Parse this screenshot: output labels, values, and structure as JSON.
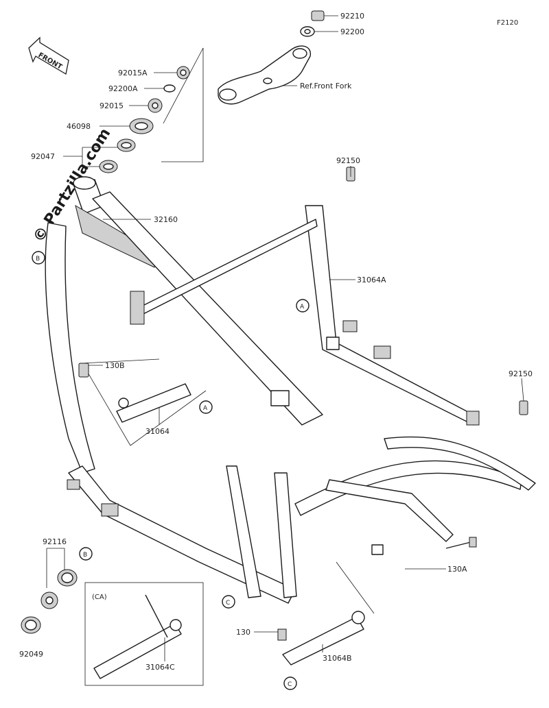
{
  "figure_code": "F2120",
  "front_arrow_label": "FRONT",
  "watermark": "© Partzilla.com",
  "ref_label": "Ref.Front Fork",
  "inset_label": "(CA)",
  "parts": {
    "p92210": "92210",
    "p92200": "92200",
    "p92015A": "92015A",
    "p92200A": "92200A",
    "p92015": "92015",
    "p46098": "46098",
    "p92047": "92047",
    "p32160": "32160",
    "p92150_top": "92150",
    "p31064A": "31064A",
    "p130B": "130B",
    "p31064": "31064",
    "p92150_right": "92150",
    "p92116": "92116",
    "p92049": "92049",
    "p130A": "130A",
    "p130": "130",
    "p31064B": "31064B",
    "p31064C": "31064C"
  },
  "callouts": {
    "A1": "A",
    "A2": "A",
    "B1": "B",
    "B2": "B",
    "C1": "C",
    "C2": "C"
  }
}
